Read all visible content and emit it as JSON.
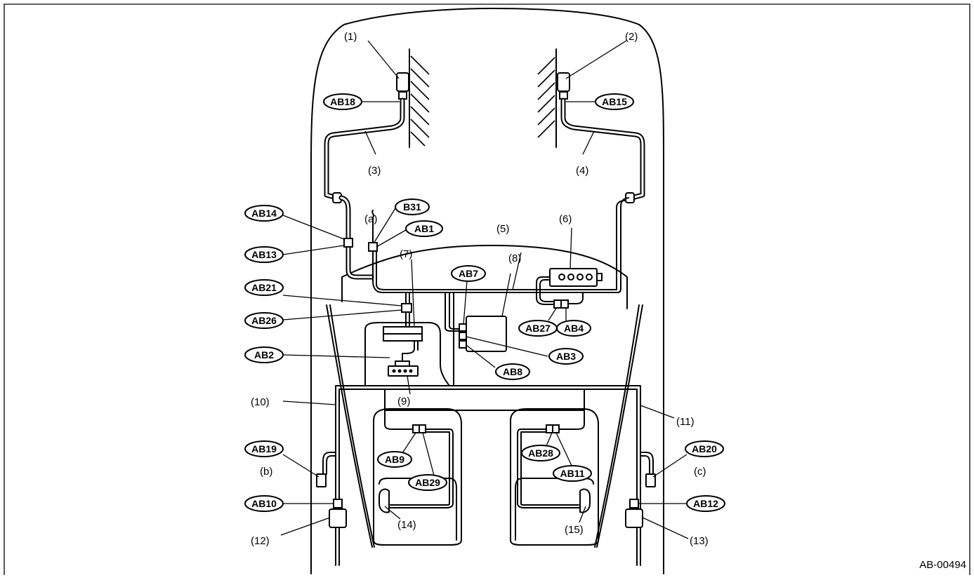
{
  "figure_code": "AB-00494",
  "callouts": {
    "c1": "(1)",
    "c2": "(2)",
    "c3": "(3)",
    "c4": "(4)",
    "c5": "(5)",
    "c6": "(6)",
    "c7": "(7)",
    "c8": "(8)",
    "c9": "(9)",
    "c10": "(10)",
    "c11": "(11)",
    "c12": "(12)",
    "c13": "(13)",
    "c14": "(14)",
    "c15": "(15)",
    "ca": "(a)",
    "cb": "(b)",
    "cc": "(c)"
  },
  "connectors": {
    "ab18": "AB18",
    "ab15": "AB15",
    "ab14": "AB14",
    "ab13": "AB13",
    "b31": "B31",
    "ab1": "AB1",
    "ab7": "AB7",
    "ab21": "AB21",
    "ab26": "AB26",
    "ab2": "AB2",
    "ab27": "AB27",
    "ab4": "AB4",
    "ab3": "AB3",
    "ab8": "AB8",
    "ab19": "AB19",
    "ab20": "AB20",
    "ab9": "AB9",
    "ab29": "AB29",
    "ab28": "AB28",
    "ab11": "AB11",
    "ab10": "AB10",
    "ab12": "AB12"
  }
}
